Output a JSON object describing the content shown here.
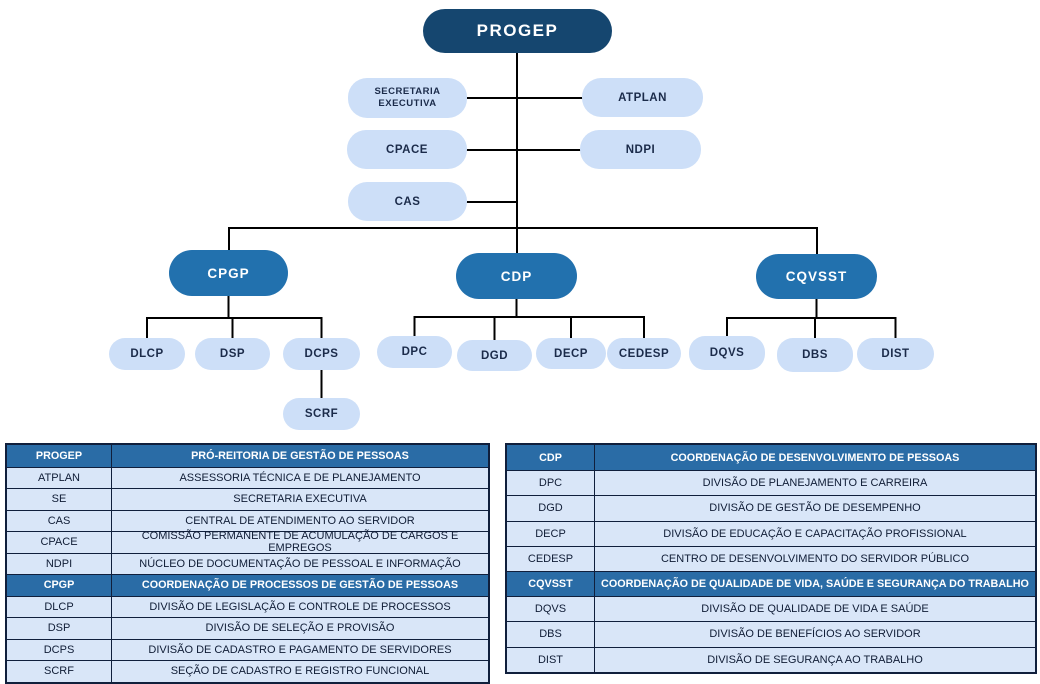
{
  "colors": {
    "root_box": "#15466f",
    "coordination_box": "#2271ae",
    "unit_box": "#cddff8",
    "table_header": "#2a6ca6",
    "table_row": "#d9e6f8",
    "connector": "#000000"
  },
  "org": {
    "progep": "PROGEP",
    "secretaria_executiva": "SECRETARIA EXECUTIVA",
    "atplan": "ATPLAN",
    "cpace": "CPACE",
    "ndpi": "NDPI",
    "cas": "CAS",
    "cpgp": "CPGP",
    "cdp": "CDP",
    "cqvsst": "CQVSST",
    "dlcp": "DLCP",
    "dsp": "DSP",
    "dcps": "DCPS",
    "scrf": "SCRF",
    "dpc": "DPC",
    "dgd": "DGD",
    "decp": "DECP",
    "cedesp": "CEDESP",
    "dqvs": "DQVS",
    "dbs": "DBS",
    "dist": "DIST"
  },
  "tables": {
    "left": {
      "rows": [
        {
          "code": "PROGEP",
          "desc": "PRÓ-REITORIA DE GESTÃO DE PESSOAS",
          "header": true
        },
        {
          "code": "ATPLAN",
          "desc": "ASSESSORIA TÉCNICA E DE PLANEJAMENTO",
          "header": false
        },
        {
          "code": "SE",
          "desc": "SECRETARIA EXECUTIVA",
          "header": false
        },
        {
          "code": "CAS",
          "desc": "CENTRAL DE ATENDIMENTO AO SERVIDOR",
          "header": false
        },
        {
          "code": "CPACE",
          "desc": "COMISSÃO PERMANENTE DE ACUMULAÇÃO DE CARGOS E EMPREGOS",
          "header": false
        },
        {
          "code": "NDPI",
          "desc": "NÚCLEO DE DOCUMENTAÇÃO DE PESSOAL E INFORMAÇÃO",
          "header": false
        },
        {
          "code": "CPGP",
          "desc": "COORDENAÇÃO DE PROCESSOS DE GESTÃO DE PESSOAS",
          "header": true
        },
        {
          "code": "DLCP",
          "desc": "DIVISÃO DE LEGISLAÇÃO E CONTROLE DE PROCESSOS",
          "header": false
        },
        {
          "code": "DSP",
          "desc": "DIVISÃO DE SELEÇÃO E PROVISÃO",
          "header": false
        },
        {
          "code": "DCPS",
          "desc": "DIVISÃO DE CADASTRO E PAGAMENTO DE SERVIDORES",
          "header": false
        },
        {
          "code": "SCRF",
          "desc": "SEÇÃO DE CADASTRO E REGISTRO FUNCIONAL",
          "header": false
        }
      ]
    },
    "right": {
      "rows": [
        {
          "code": "CDP",
          "desc": "COORDENAÇÃO DE DESENVOLVIMENTO DE PESSOAS",
          "header": true
        },
        {
          "code": "DPC",
          "desc": "DIVISÃO DE PLANEJAMENTO E CARREIRA",
          "header": false
        },
        {
          "code": "DGD",
          "desc": "DIVISÃO DE GESTÃO DE DESEMPENHO",
          "header": false
        },
        {
          "code": "DECP",
          "desc": "DIVISÃO DE EDUCAÇÃO E CAPACITAÇÃO PROFISSIONAL",
          "header": false
        },
        {
          "code": "CEDESP",
          "desc": "CENTRO DE DESENVOLVIMENTO DO SERVIDOR PÚBLICO",
          "header": false
        },
        {
          "code": "CQVSST",
          "desc": "COORDENAÇÃO DE QUALIDADE DE VIDA, SAÚDE E SEGURANÇA DO TRABALHO",
          "header": true
        },
        {
          "code": "DQVS",
          "desc": "DIVISÃO DE QUALIDADE DE VIDA E SAÚDE",
          "header": false
        },
        {
          "code": "DBS",
          "desc": "DIVISÃO DE BENEFÍCIOS AO SERVIDOR",
          "header": false
        },
        {
          "code": "DIST",
          "desc": "DIVISÃO DE SEGURANÇA AO TRABALHO",
          "header": false
        }
      ]
    }
  }
}
